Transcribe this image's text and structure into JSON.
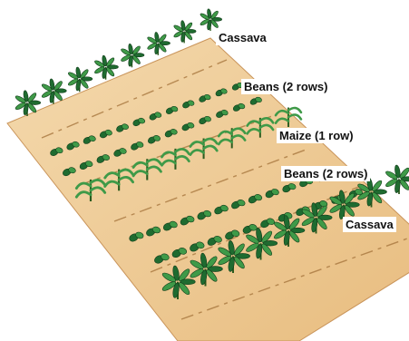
{
  "diagram": {
    "rows": [
      {
        "id": "cassava-top",
        "label": "Cassava",
        "crop": "cassava"
      },
      {
        "id": "beans-upper",
        "label": "Beans (2 rows)",
        "crop": "beans"
      },
      {
        "id": "maize",
        "label": "Maize (1 row)",
        "crop": "maize"
      },
      {
        "id": "beans-lower",
        "label": "Beans (2 rows)",
        "crop": "beans"
      },
      {
        "id": "cassava-bottom",
        "label": "Cassava",
        "crop": "cassava"
      }
    ]
  },
  "colors": {
    "soil": "#f0cf9c",
    "soil_dark": "#d9a86a",
    "furrow": "#a8773e",
    "leaf_dark": "#1f6b30",
    "leaf_light": "#3f9a48",
    "stem": "#2b5a1e"
  },
  "icons": {
    "cassava": "cassava-plant-icon",
    "beans": "bean-plant-icon",
    "maize": "maize-plant-icon"
  }
}
